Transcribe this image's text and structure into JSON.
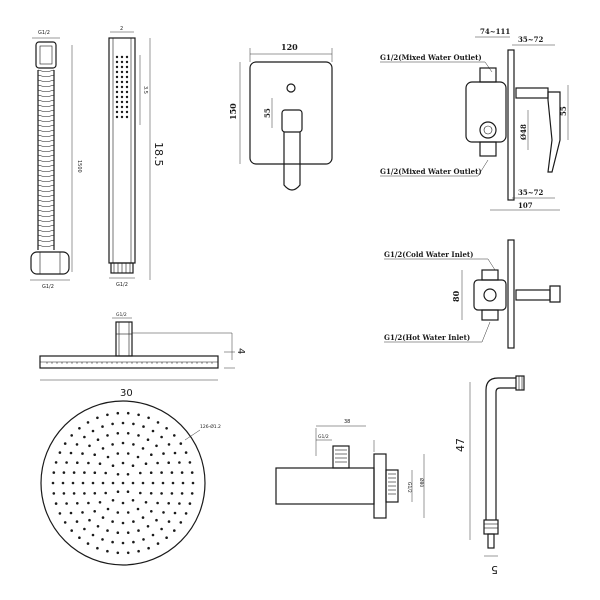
{
  "hose": {
    "top_label": "G1/2",
    "length_label": "1500",
    "bottom_label": "G1/2"
  },
  "handheld": {
    "top_width": "2",
    "spray_label": "3.5",
    "length_label": "18.5",
    "bottom_label": "G1/2"
  },
  "plate": {
    "width_label": "120",
    "height_label": "150",
    "lever_offset_label": "55"
  },
  "valve_side": {
    "top_dim": "74~111",
    "top_right_dim": "35~72",
    "mixed_outlet_top": "G1/2(Mixed Water Outlet)",
    "mixed_outlet_bottom": "G1/2(Mixed Water Outlet)",
    "depth_55": "55",
    "dia_48": "Ø48",
    "bottom_dim_1": "35~72",
    "bottom_dim_2": "107"
  },
  "valve_inlets": {
    "cold_label": "G1/2(Cold Water Inlet)",
    "hot_label": "G1/2(Hot Water Inlet)",
    "height_label": "80"
  },
  "head_side": {
    "top_dim": "G1/2",
    "thickness_label": "4",
    "width_label": "30"
  },
  "head_front": {
    "nozzle_label": "126-Ø1.2"
  },
  "arm_bracket": {
    "top_dim": "38",
    "inlet_label": "G1/2",
    "side_label": "G1/2",
    "height_label": "Ø80"
  },
  "arm": {
    "height_label": "47",
    "bottom_label": "5"
  }
}
